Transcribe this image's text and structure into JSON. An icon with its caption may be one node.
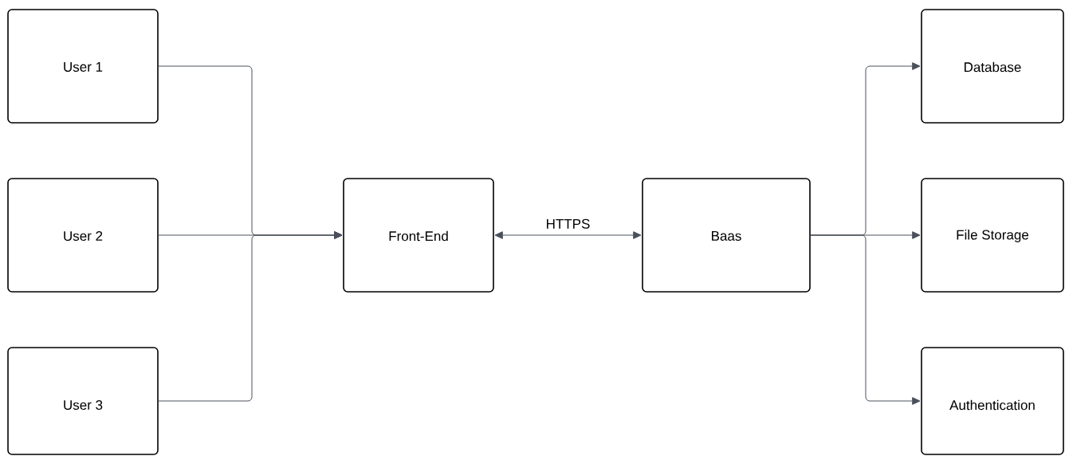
{
  "diagram": {
    "nodes": [
      {
        "text": [
          "User 1"
        ]
      },
      {
        "text": [
          "User 2"
        ]
      },
      {
        "text": [
          "User 3"
        ]
      },
      {
        "text": [
          "Front-End"
        ]
      },
      {
        "text": [
          "Baas"
        ]
      },
      {
        "text": [
          "Database"
        ]
      },
      {
        "text": [
          "File Storage"
        ]
      },
      {
        "text": [
          "Authentication"
        ]
      }
    ],
    "edges": [
      {
        "from": 0,
        "to": 3,
        "arrow": "to"
      },
      {
        "from": 1,
        "to": 3,
        "arrow": "to"
      },
      {
        "from": 2,
        "to": 3,
        "arrow": "to"
      },
      {
        "from": 3,
        "to": 4,
        "arrow": "both",
        "label": "HTTPS"
      },
      {
        "from": 4,
        "to": 5,
        "arrow": "to"
      },
      {
        "from": 4,
        "to": 6,
        "arrow": "to"
      },
      {
        "from": 4,
        "to": 7,
        "arrow": "to"
      }
    ]
  }
}
